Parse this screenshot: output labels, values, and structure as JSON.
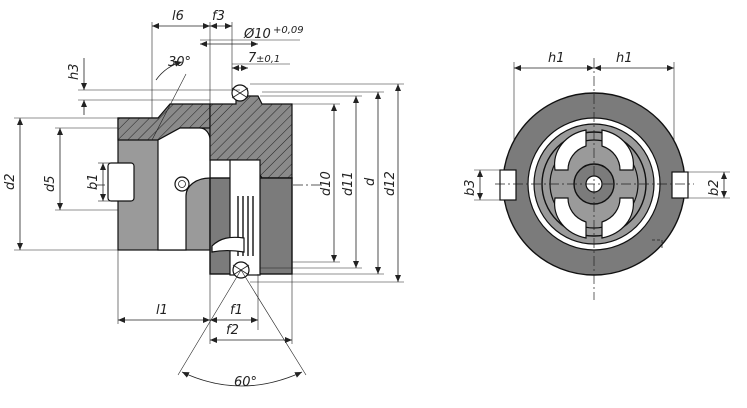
{
  "dimensions": {
    "l6": "l6",
    "f3": "f3",
    "dia10": "Ø10",
    "dia10_tol": "+0,09",
    "seven": "7",
    "seven_tol": "±0,1",
    "angle30": "30°",
    "h3": "h3",
    "d2": "d2",
    "d5": "d5",
    "b1": "b1",
    "d10": "d10",
    "d11": "d11",
    "d": "d",
    "d12": "d12",
    "l1": "l1",
    "f1": "f1",
    "f2": "f2",
    "angle60": "60°",
    "h1_left": "h1",
    "h1_right": "h1",
    "b3": "b3",
    "b2": "b2"
  }
}
